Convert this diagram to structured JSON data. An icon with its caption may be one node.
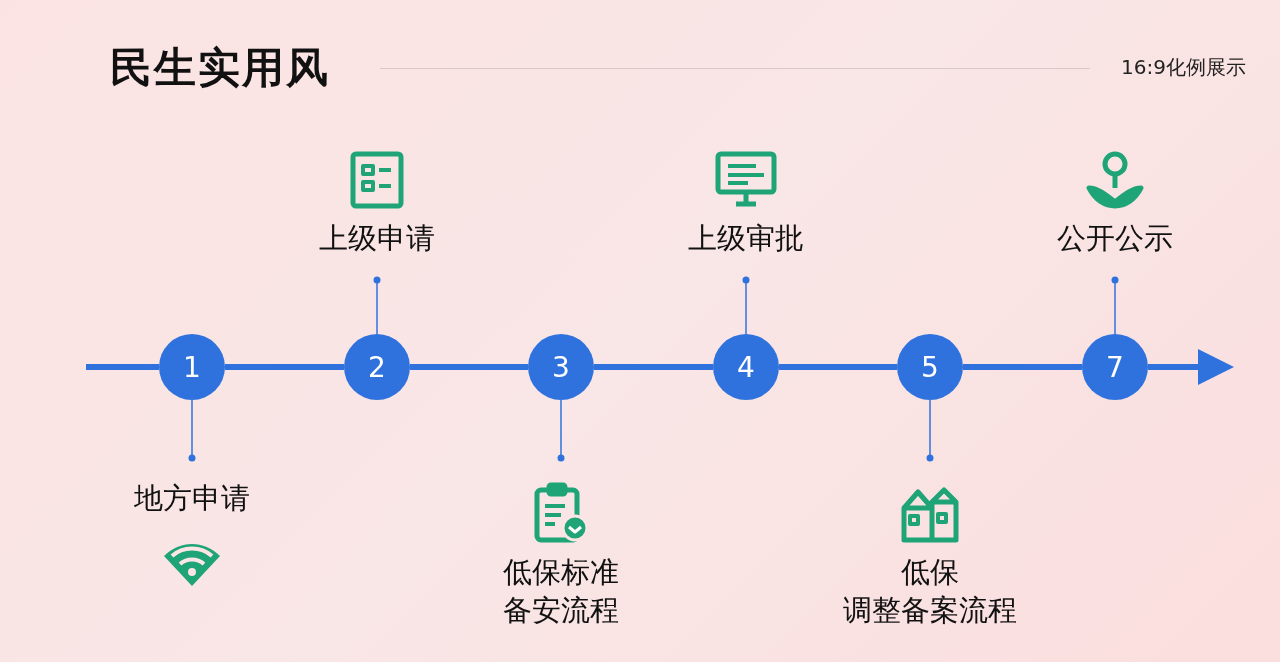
{
  "diagram": {
    "title": "民生实用风",
    "nodes": [
      {
        "text": [
          "1"
        ]
      },
      {
        "text": [
          "2"
        ]
      },
      {
        "text": [
          "3"
        ]
      },
      {
        "text": [
          "4"
        ]
      },
      {
        "text": [
          "5"
        ]
      },
      {
        "text": [
          "7"
        ]
      },
      {
        "text": [
          "地方申请"
        ]
      },
      {
        "text": [
          "上级申请"
        ]
      },
      {
        "text": [
          "低保标准备安流程"
        ]
      },
      {
        "text": [
          "上级审批"
        ]
      },
      {
        "text": [
          "低保",
          "调整备案流程"
        ]
      },
      {
        "text": [
          "公开公示"
        ]
      }
    ],
    "edges": [
      {
        "from": null,
        "to": 0,
        "arrow": "none"
      },
      {
        "from": 0,
        "to": 1,
        "arrow": "none"
      },
      {
        "from": 1,
        "to": 2,
        "arrow": "none"
      },
      {
        "from": 2,
        "to": 3,
        "arrow": "none"
      },
      {
        "from": 3,
        "to": 4,
        "arrow": "none"
      },
      {
        "from": 4,
        "to": 5,
        "arrow": "none"
      },
      {
        "from": 5,
        "to": null,
        "arrow": "to"
      },
      {
        "from": 0,
        "to": 6,
        "arrow": "other"
      },
      {
        "from": 1,
        "to": 7,
        "arrow": "other"
      },
      {
        "from": 2,
        "to": 8,
        "arrow": "other"
      },
      {
        "from": 3,
        "to": 9,
        "arrow": "other"
      },
      {
        "from": 4,
        "to": 10,
        "arrow": "other"
      },
      {
        "from": 5,
        "to": 11,
        "arrow": "other"
      }
    ],
    "labels": [
      "16:9化例展示"
    ]
  }
}
